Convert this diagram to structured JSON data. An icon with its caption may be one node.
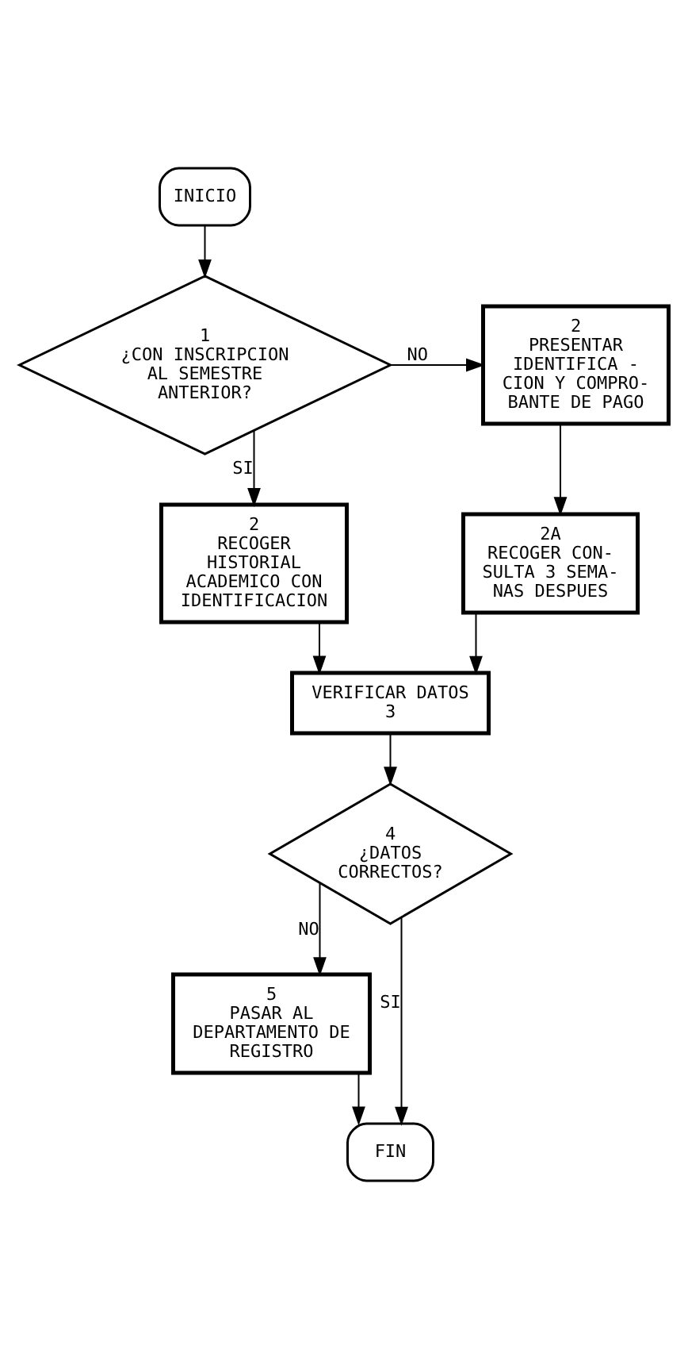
{
  "diagram": {
    "nodes": [
      {
        "text": [
          "INICIO"
        ]
      },
      {
        "text": [
          "1",
          "¿CON INSCRIPCION AL SEMESTRE ANTERIOR?"
        ]
      },
      {
        "text": [
          "2",
          "PRESENTAR IDENTIFICA - CION Y COMPRO- BANTE DE PAGO"
        ]
      },
      {
        "text": [
          "2",
          "RECOGER HISTORIAL ACADEMICO CON IDENTIFICACION"
        ]
      },
      {
        "text": [
          "2A",
          "RECOGER CON- SULTA 3 SEMA- NAS DESPUES"
        ]
      },
      {
        "text": [
          "VERIFICAR DATOS",
          "3"
        ]
      },
      {
        "text": [
          "4",
          "¿DATOS CORRECTOS?"
        ]
      },
      {
        "text": [
          "5",
          "PASAR AL DEPARTAMENTO DE REGISTRO"
        ]
      },
      {
        "text": [
          "FIN"
        ]
      }
    ],
    "edges": [
      {
        "from": 0,
        "to": 1,
        "arrow": "to"
      },
      {
        "from": 1,
        "to": 2,
        "arrow": "to",
        "label": "NO"
      },
      {
        "from": 1,
        "to": 3,
        "arrow": "to",
        "label": "SI"
      },
      {
        "from": 2,
        "to": 4,
        "arrow": "to"
      },
      {
        "from": 4,
        "to": 5,
        "arrow": "to"
      },
      {
        "from": 3,
        "to": 5,
        "arrow": "to"
      },
      {
        "from": 5,
        "to": 6,
        "arrow": "to"
      },
      {
        "from": 6,
        "to": 8,
        "arrow": "to",
        "label": "SI"
      },
      {
        "from": 6,
        "to": 7,
        "arrow": "to",
        "label": "NO"
      },
      {
        "from": 7,
        "to": 8,
        "arrow": "to"
      }
    ]
  }
}
